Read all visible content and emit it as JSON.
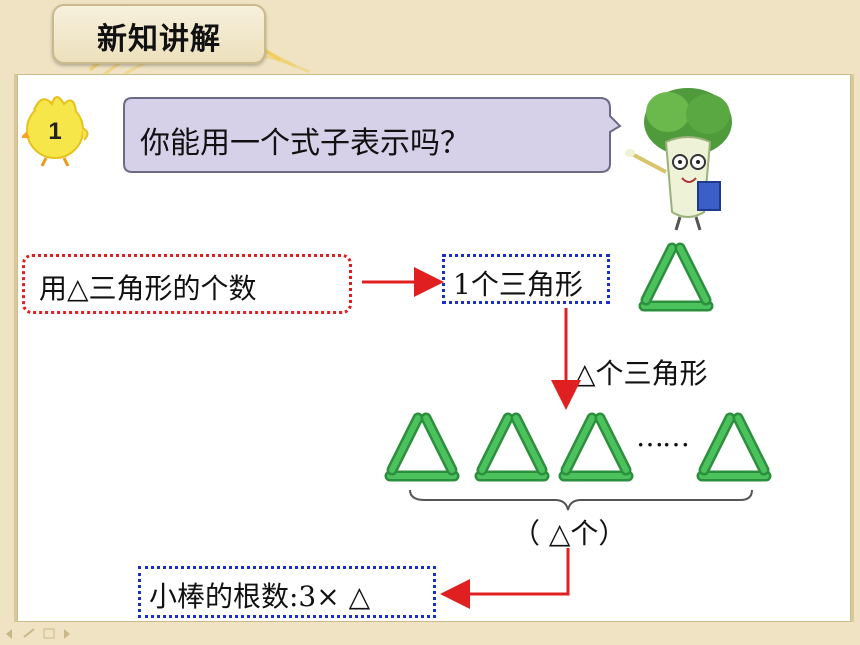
{
  "header": {
    "title": "新知讲解"
  },
  "example": {
    "number": "1"
  },
  "bubble": {
    "text": "你能用一个式子表示吗？"
  },
  "steps": {
    "symbol_box": "用△三角形的个数",
    "one_triangle_box": "1个三角形",
    "triangle_count_label": "△个三角形",
    "ellipsis": "……",
    "brace_label": "（ △个）",
    "formula_box": "小棒的根数:3× △"
  },
  "colors": {
    "arrow": "#e02020",
    "red_border": "#e02020",
    "blue_border": "#1a2ec8",
    "stick_green": "#2fa84a"
  },
  "icons": [
    "chick-icon",
    "cabbage-teacher-icon",
    "stick-triangle-icon"
  ]
}
